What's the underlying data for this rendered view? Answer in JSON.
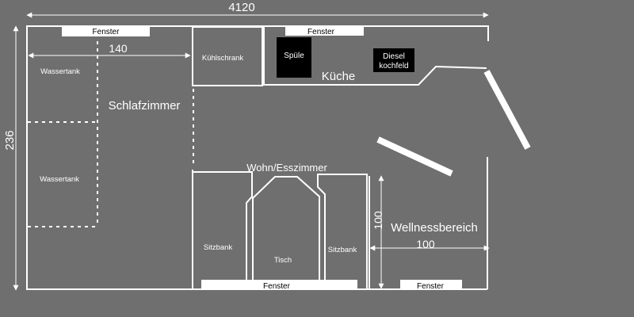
{
  "dimensions": {
    "total_width": "4120",
    "total_height": "236",
    "bedroom_width": "140",
    "wellness_height": "100",
    "wellness_width": "100"
  },
  "rooms": {
    "bedroom": "Schlafzimmer",
    "kitchen": "Küche",
    "living": "Wohn/Esszimmer",
    "wellness": "Wellnessbereich"
  },
  "fixtures": {
    "water_tank_1": "Wassertank",
    "water_tank_2": "Wassertank",
    "fridge": "Kühlschrank",
    "sink": "Spüle",
    "stove_line1": "Diesel",
    "stove_line2": "kochfeld",
    "bench_left": "Sitzbank",
    "table": "Tisch",
    "bench_right": "Sitzbank"
  },
  "windows": {
    "bedroom_top": "Fenster",
    "kitchen_top": "Fenster",
    "living_bottom": "Fenster",
    "wellness_bottom": "Fenster"
  },
  "colors": {
    "background": "#6f6f6f",
    "line": "#ffffff",
    "appliance": "#000000"
  }
}
